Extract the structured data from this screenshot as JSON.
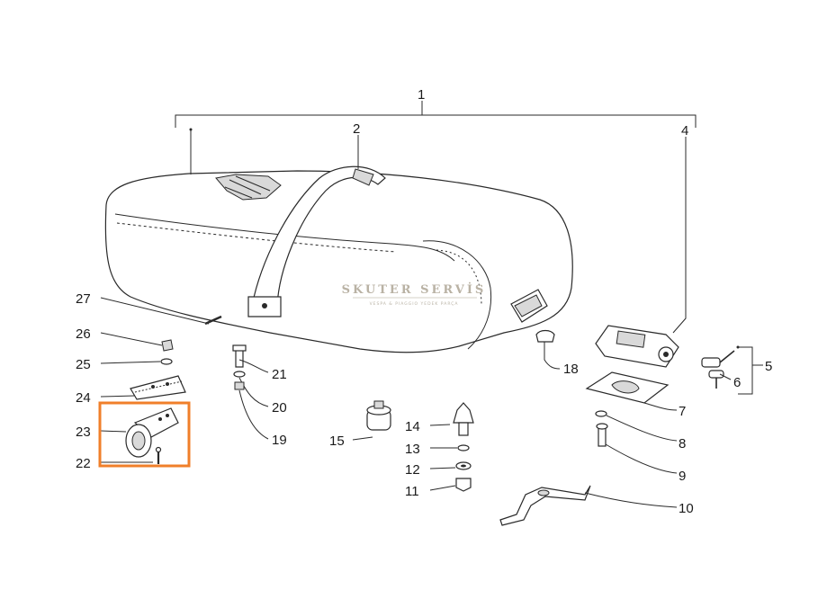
{
  "diagram": {
    "watermark": {
      "title": "SKUTER SERVİS",
      "subtitle": "VESPA & PIAGGIO YEDEK PARÇA"
    },
    "callouts": [
      "1",
      "2",
      "4",
      "5",
      "6",
      "7",
      "8",
      "9",
      "10",
      "11",
      "12",
      "13",
      "14",
      "15",
      "18",
      "19",
      "20",
      "21",
      "22",
      "23",
      "24",
      "25",
      "26",
      "27"
    ],
    "highlight_color": "#f07f2a",
    "highlighted_parts": [
      "22",
      "23"
    ]
  }
}
